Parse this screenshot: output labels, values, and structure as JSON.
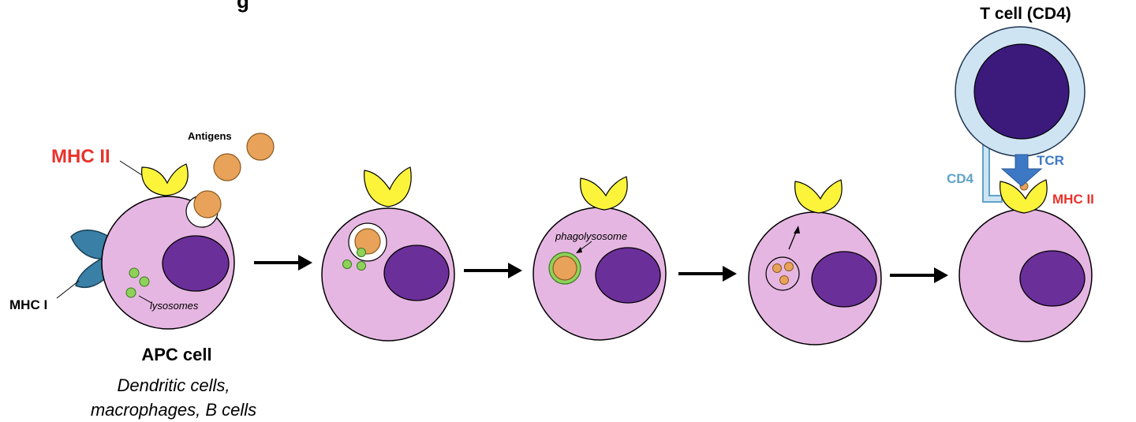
{
  "labels": {
    "top_cut": "g",
    "mhc2_left": "MHC II",
    "mhc1": "MHC I",
    "antigens": "Antigens",
    "lysosomes": "lysosomes",
    "apc_title": "APC cell",
    "apc_sub1": "Dendritic cells,",
    "apc_sub2": "macrophages, B cells",
    "phagolysosome": "phagolysosome",
    "tcell_title": "T cell (CD4)",
    "tcr": "TCR",
    "cd4": "CD4",
    "mhc2_right": "MHC II"
  },
  "colors": {
    "cell_fill": "#e6b6e2",
    "nucleus": "#6b2f9a",
    "mhc2": "#fbf43b",
    "mhc1": "#3a7fa5",
    "antigen": "#e8a25a",
    "lysosome": "#8fd25a",
    "tcell_ring": "#cfe4f3",
    "tcell_nucleus": "#3b1a7c",
    "tcr": "#3d78c4",
    "cd4": "#5fa3c8",
    "red_label": "#e8322c"
  }
}
